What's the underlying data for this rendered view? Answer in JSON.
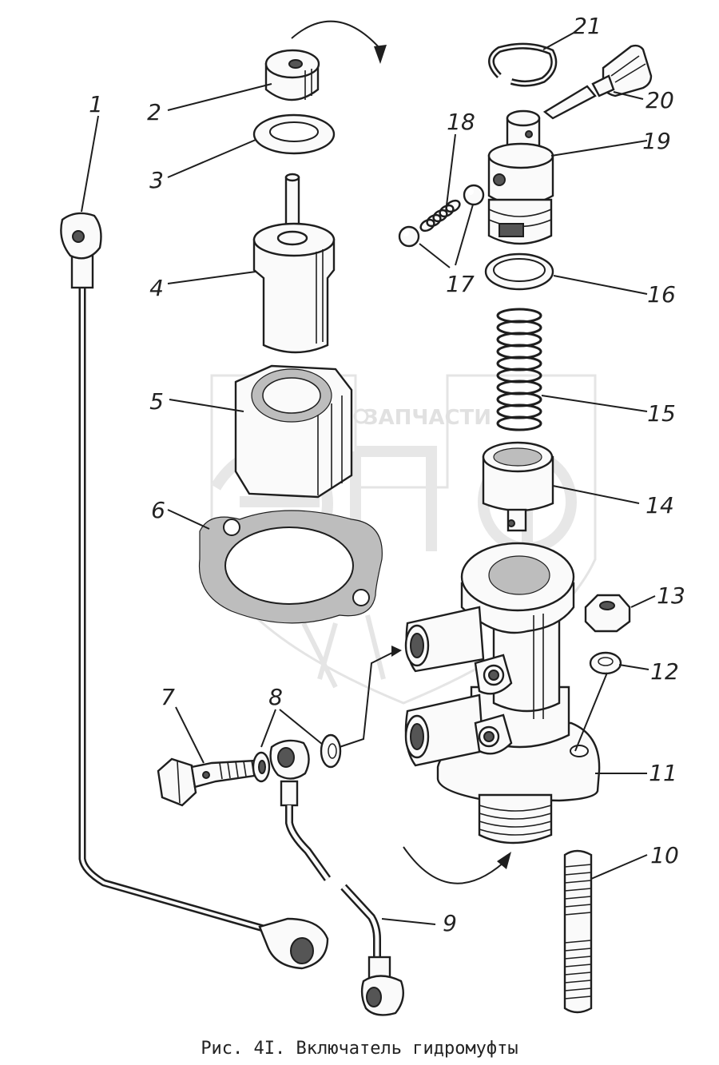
{
  "figure": {
    "caption": "Рис. 4I. Включатель гидромуфты",
    "watermark": "ЗАПЧАСТИ",
    "watermark_logo": "ЭПФ"
  },
  "callouts": [
    {
      "id": "1",
      "label": "1"
    },
    {
      "id": "2",
      "label": "2"
    },
    {
      "id": "3",
      "label": "3"
    },
    {
      "id": "4",
      "label": "4"
    },
    {
      "id": "5",
      "label": "5"
    },
    {
      "id": "6",
      "label": "6"
    },
    {
      "id": "7",
      "label": "7"
    },
    {
      "id": "8",
      "label": "8"
    },
    {
      "id": "9",
      "label": "9"
    },
    {
      "id": "10",
      "label": "10"
    },
    {
      "id": "11",
      "label": "11"
    },
    {
      "id": "12",
      "label": "12"
    },
    {
      "id": "13",
      "label": "13"
    },
    {
      "id": "14",
      "label": "14"
    },
    {
      "id": "15",
      "label": "15"
    },
    {
      "id": "16",
      "label": "16"
    },
    {
      "id": "17",
      "label": "17"
    },
    {
      "id": "18",
      "label": "18"
    },
    {
      "id": "19",
      "label": "19"
    },
    {
      "id": "20",
      "label": "20"
    },
    {
      "id": "21",
      "label": "21"
    }
  ]
}
